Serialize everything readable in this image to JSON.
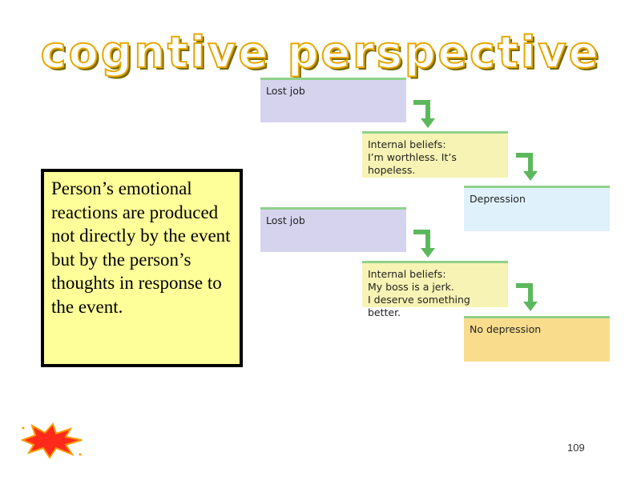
{
  "title": "cogntive perspective",
  "description": "Person’s emotional reactions are produced not directly by the event but by the person’s thoughts in response to the event.",
  "flow_top": {
    "event": "Lost job",
    "belief_heading": "Internal beliefs:",
    "belief_lines": [
      "I’m worthless. It’s hopeless."
    ],
    "outcome": "Depression"
  },
  "flow_bottom": {
    "event": "Lost job",
    "belief_heading": "Internal beliefs:",
    "belief_lines": [
      "My boss is a jerk.",
      "I deserve something better."
    ],
    "outcome": "No depression"
  },
  "colors": {
    "event_box": "#d6d3ef",
    "belief_top": "#f7f3b4",
    "belief_bottom": "#f7f3b4",
    "outcome_top": "#dff1fb",
    "outcome_bottom": "#f9dc8c",
    "arrow": "#5cb85c",
    "box_border": "#8fd18a",
    "title_outline": "#e6a800"
  },
  "page_number": "109"
}
